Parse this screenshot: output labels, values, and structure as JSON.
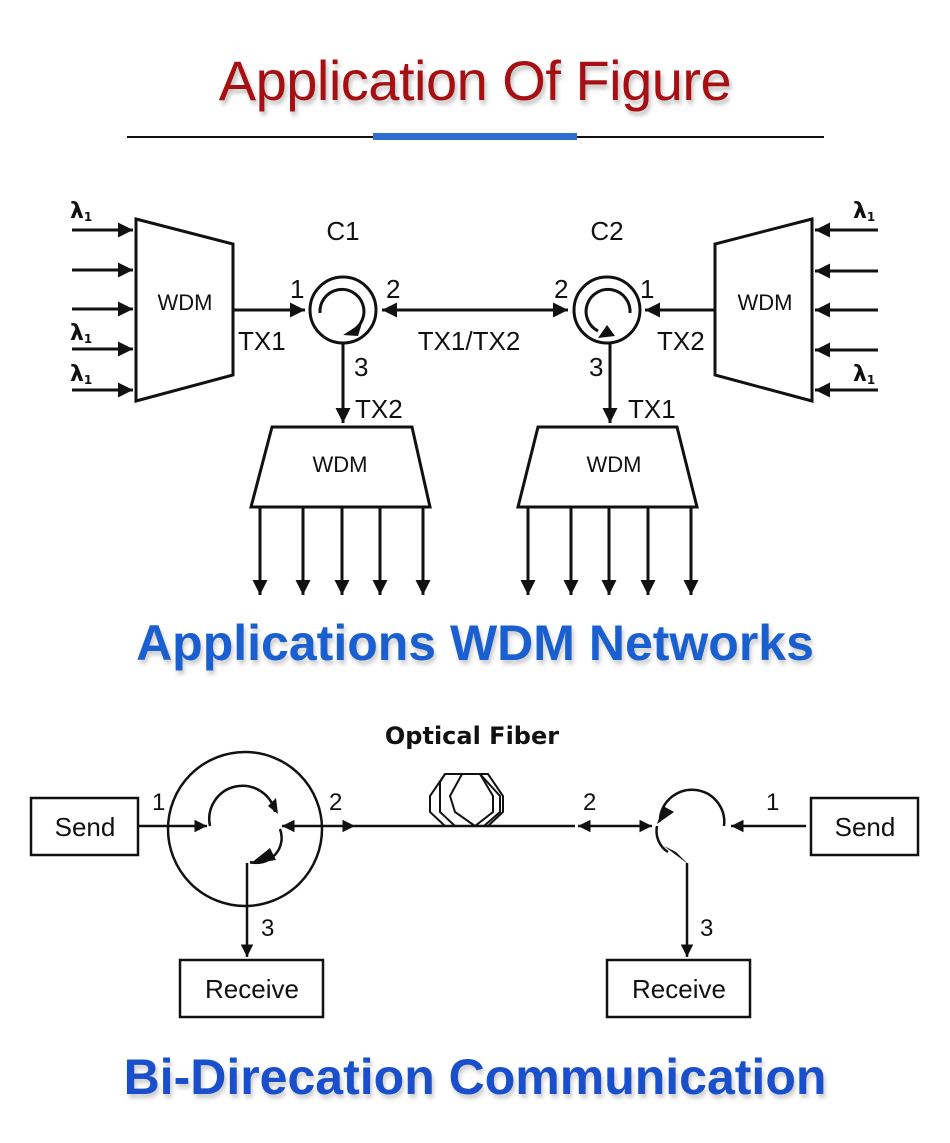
{
  "header": {
    "title": "Application Of Figure",
    "title_color": "#a61012",
    "accent_color": "#2f6fd0"
  },
  "wdm_network": {
    "section_title": "Applications WDM Networks",
    "title_color": "#1a5fd0",
    "lambda_label": "λ",
    "lambda_subscript": "1",
    "left_mux": {
      "label": "WDM",
      "output_label": "TX1"
    },
    "right_mux": {
      "label": "WDM",
      "output_label": "TX2"
    },
    "circulator_c1": {
      "label": "C1",
      "ports": [
        "1",
        "2",
        "3"
      ],
      "port3_label": "TX2"
    },
    "circulator_c2": {
      "label": "C2",
      "ports": [
        "1",
        "2",
        "3"
      ],
      "port3_label": "TX1"
    },
    "link_label": "TX1/TX2",
    "left_demux": {
      "label": "WDM"
    },
    "right_demux": {
      "label": "WDM"
    }
  },
  "bidirectional": {
    "section_title": "Bi-Direcation Communication",
    "title_color": "#1a4fcc",
    "fiber_label": "Optical Fiber",
    "left": {
      "send": "Send",
      "receive": "Receive",
      "ports": [
        "1",
        "2",
        "3"
      ]
    },
    "right": {
      "send": "Send",
      "receive": "Receive",
      "ports": [
        "1",
        "2",
        "3"
      ]
    }
  }
}
